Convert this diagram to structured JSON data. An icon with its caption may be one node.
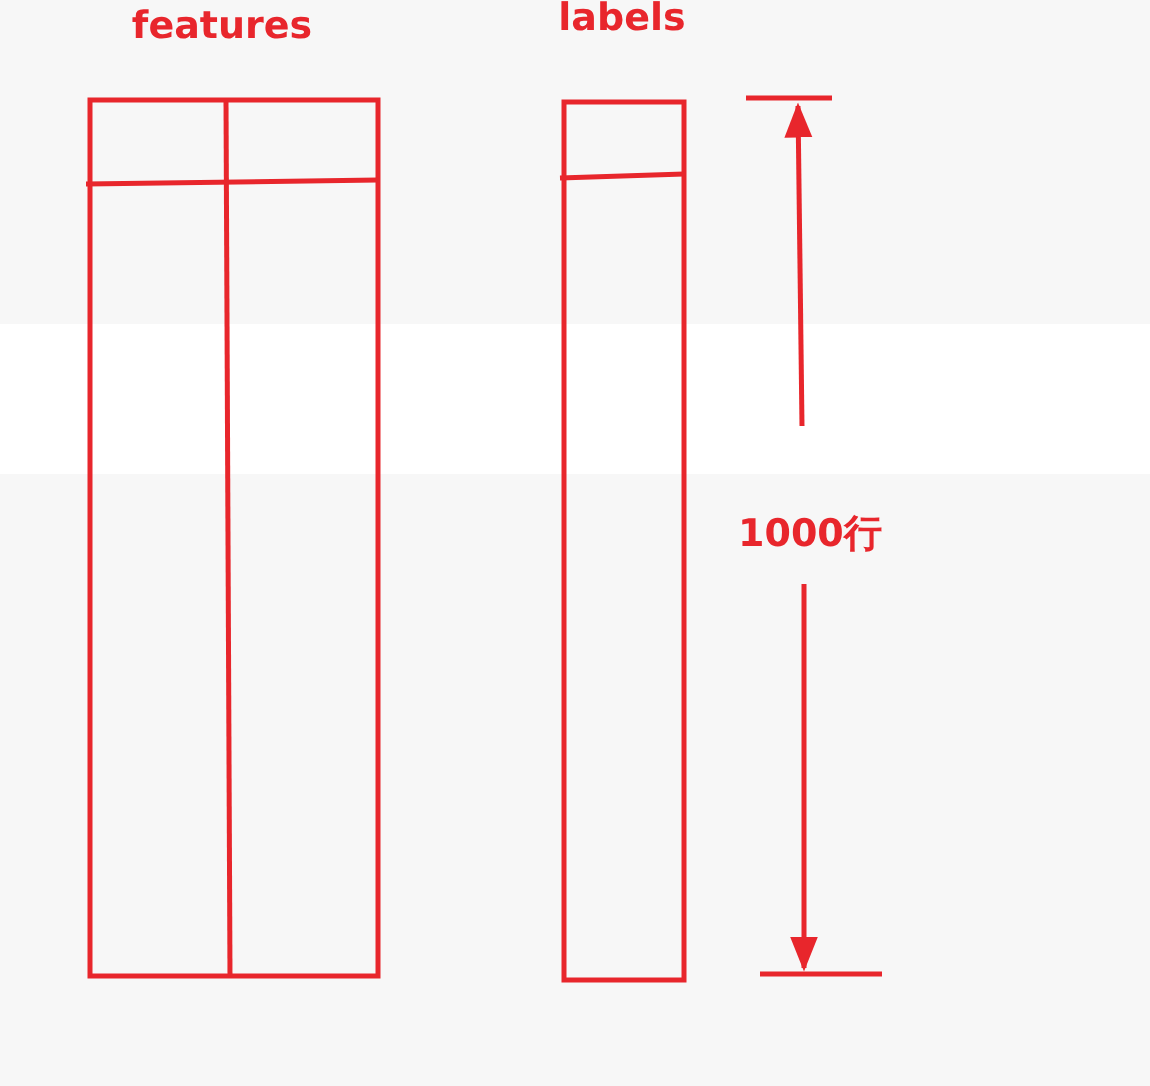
{
  "diagram": {
    "nodes": [
      {
        "text": [
          "features"
        ]
      },
      {
        "text": [
          "labels"
        ]
      }
    ],
    "labels": [
      "1000行"
    ]
  }
}
